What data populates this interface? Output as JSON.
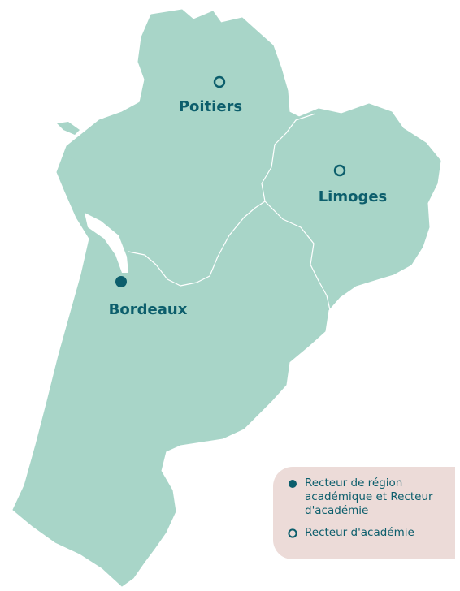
{
  "colors": {
    "land": "#a8d5c8",
    "border": "#ffffff",
    "accent": "#0c5e6c",
    "legend_bg": "#ecdbd8"
  },
  "cities": [
    {
      "name": "Poitiers",
      "marker": "hollow-circle-icon"
    },
    {
      "name": "Limoges",
      "marker": "hollow-circle-icon"
    },
    {
      "name": "Bordeaux",
      "marker": "filled-circle-icon"
    }
  ],
  "legend": {
    "items": [
      {
        "icon": "filled-circle-icon",
        "label": "Recteur de région académique et Recteur d'académie"
      },
      {
        "icon": "hollow-circle-icon",
        "label": "Recteur d'académie"
      }
    ]
  }
}
